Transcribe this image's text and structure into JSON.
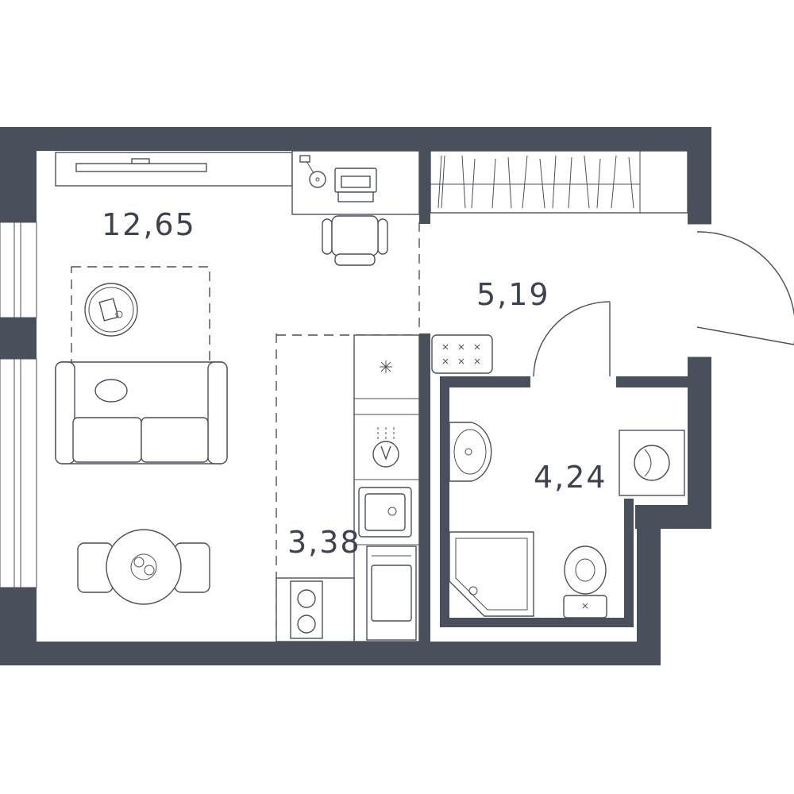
{
  "rooms": {
    "living_room": {
      "area": "12,65"
    },
    "hallway": {
      "area": "5,19"
    },
    "kitchen": {
      "area": "3,38"
    },
    "bathroom": {
      "area": "4,24"
    }
  },
  "colors": {
    "wall": "#4a4f5c",
    "background": "#ffffff"
  }
}
